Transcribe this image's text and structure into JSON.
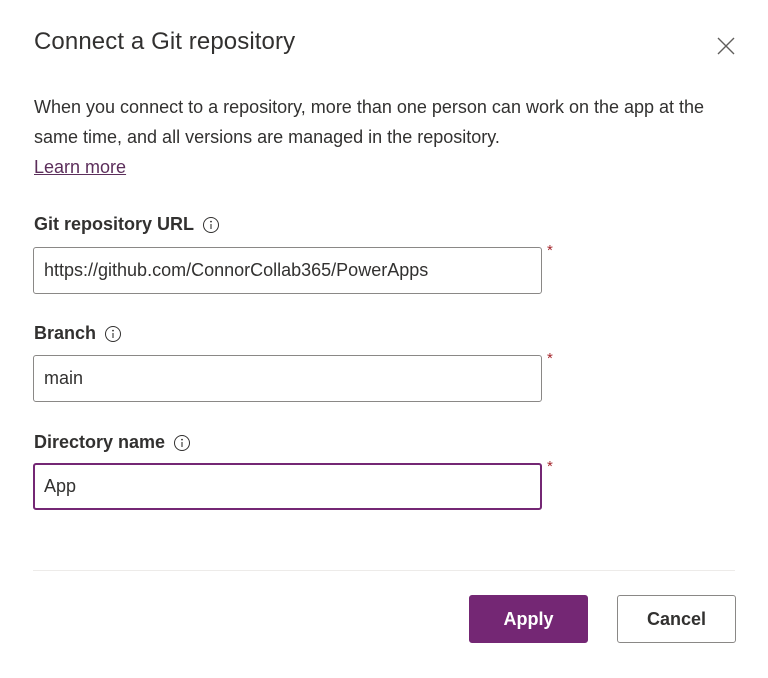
{
  "dialog": {
    "title": "Connect a Git repository",
    "close_icon": "close-icon",
    "description": "When you connect to a repository, more than one person can work on the app at the same time, and all versions are managed in the repository.",
    "learn_more": "Learn more"
  },
  "fields": [
    {
      "label": "Git repository URL",
      "value": "https://github.com/ConnorCollab365/PowerApps",
      "required_marker": "*",
      "info_icon": "info-icon"
    },
    {
      "label": "Branch",
      "value": "main",
      "required_marker": "*",
      "info_icon": "info-icon"
    },
    {
      "label": "Directory name",
      "value": "App",
      "required_marker": "*",
      "info_icon": "info-icon",
      "focused": true
    }
  ],
  "footer": {
    "apply_label": "Apply",
    "cancel_label": "Cancel"
  },
  "colors": {
    "accent": "#742774",
    "link": "#5c2e5b",
    "required": "#a4262c",
    "text": "#323130",
    "input_border": "#8a8886",
    "separator": "#edebe9"
  }
}
